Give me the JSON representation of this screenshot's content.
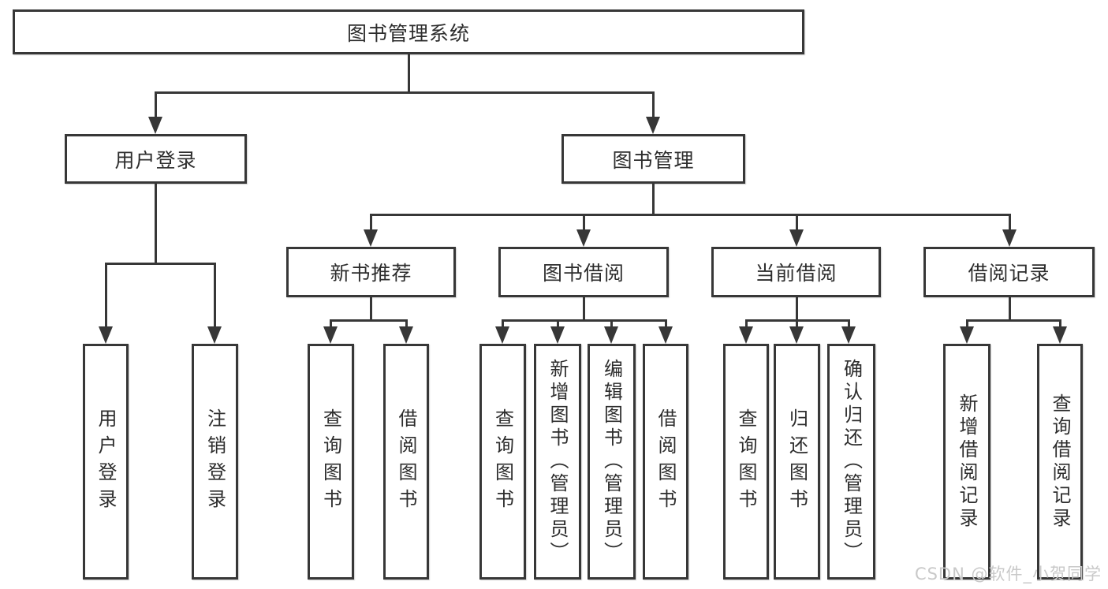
{
  "diagram": {
    "title": "图书管理系统",
    "root": {
      "label": "图书管理系统"
    },
    "level1": [
      {
        "label": "用户登录"
      },
      {
        "label": "图书管理"
      }
    ],
    "level2": [
      {
        "label": "新书推荐"
      },
      {
        "label": "图书借阅"
      },
      {
        "label": "当前借阅"
      },
      {
        "label": "借阅记录"
      }
    ],
    "leaves": [
      {
        "label": "用户登录"
      },
      {
        "label": "注销登录"
      },
      {
        "label": "查询图书"
      },
      {
        "label": "借阅图书"
      },
      {
        "label": "查询图书"
      },
      {
        "label": "新增图书（管理员）"
      },
      {
        "label": "编辑图书（管理员）"
      },
      {
        "label": "借阅图书"
      },
      {
        "label": "查询图书"
      },
      {
        "label": "归还图书"
      },
      {
        "label": "确认归还（管理员）"
      },
      {
        "label": "新增借阅记录"
      },
      {
        "label": "查询借阅记录"
      }
    ]
  },
  "watermark": "CSDN @软件_小贺同学",
  "colors": {
    "line": "#373737",
    "box_background": "#ffffff",
    "text": "#2d2d2d",
    "watermark": "#c9c9c9"
  }
}
